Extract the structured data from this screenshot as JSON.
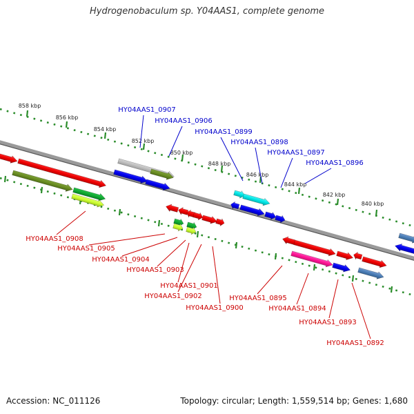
{
  "title": "Hydrogenobaculum sp. Y04AAS1, complete genome",
  "footer": {
    "accession": "Accession: NC_011126",
    "info": "Topology: circular; Length: 1,559,514 bp; Genes: 1,680"
  },
  "colors": {
    "backbone": "#888888",
    "label_top": "#0000cc",
    "label_bottom": "#cc0000",
    "tick": "#2a8c2a"
  },
  "kbp_ticks": [
    "858 kbp",
    "856 kbp",
    "854 kbp",
    "852 kbp",
    "850 kbp",
    "848 kbp",
    "846 kbp",
    "844 kbp",
    "842 kbp",
    "840 kbp"
  ],
  "labels_top": [
    "HY04AAS1_0907",
    "HY04AAS1_0906",
    "HY04AAS1_0899",
    "HY04AAS1_0898",
    "HY04AAS1_0897",
    "HY04AAS1_0896"
  ],
  "labels_bottom": [
    "HY04AAS1_0908",
    "HY04AAS1_0905",
    "HY04AAS1_0904",
    "HY04AAS1_0903",
    "HY04AAS1_0901",
    "HY04AAS1_0902",
    "HY04AAS1_0900",
    "HY04AAS1_0895",
    "HY04AAS1_0894",
    "HY04AAS1_0893",
    "HY04AAS1_0892"
  ]
}
